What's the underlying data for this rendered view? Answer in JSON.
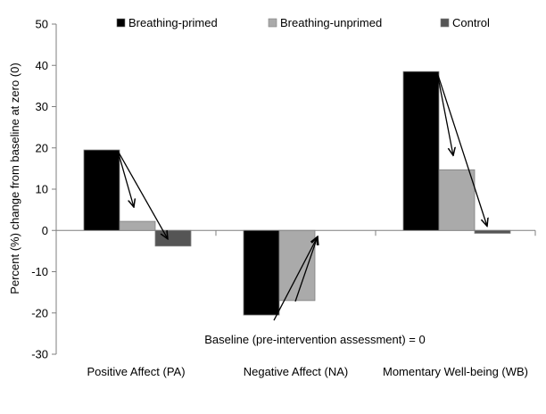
{
  "chart_data": {
    "type": "bar",
    "title": "",
    "xlabel": "",
    "ylabel": "Percent (%) change from baseline at zero (0)",
    "ylim": [
      -30,
      50
    ],
    "yticks": [
      50,
      40,
      30,
      20,
      10,
      0,
      -10,
      -20,
      -30
    ],
    "grid": false,
    "legend_position": "top",
    "categories": [
      "Positive Affect (PA)",
      "Negative Affect (NA)",
      "Momentary Well-being (WB)"
    ],
    "series": [
      {
        "name": "Breathing-primed",
        "color": "#000000",
        "values": [
          19.5,
          -20.5,
          38.5
        ]
      },
      {
        "name": "Breathing-unprimed",
        "color": "#aaaaaa",
        "values": [
          2.2,
          -17,
          14.7
        ]
      },
      {
        "name": "Control",
        "color": "#555555",
        "values": [
          -3.8,
          0,
          -0.7
        ]
      }
    ],
    "annotation": "Baseline (pre-intervention assessment) = 0"
  }
}
